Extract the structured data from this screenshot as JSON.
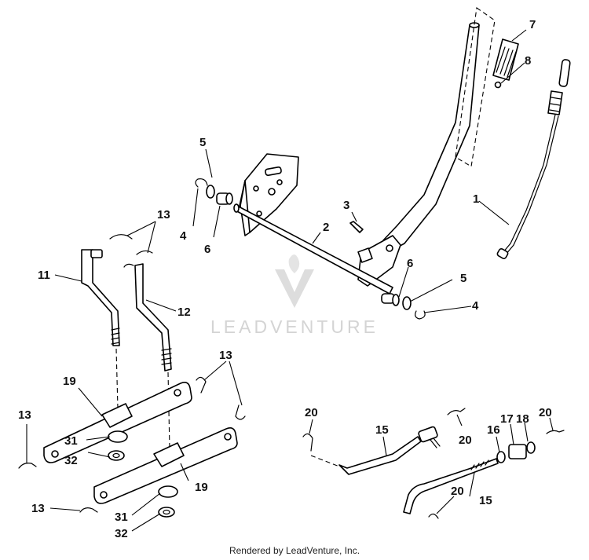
{
  "watermark": {
    "brand": "LEADVENTURE"
  },
  "footer": {
    "text": "Rendered by LeadVenture, Inc."
  },
  "callouts": [
    {
      "id": "c1",
      "label": "1"
    },
    {
      "id": "c2",
      "label": "2"
    },
    {
      "id": "c3",
      "label": "3"
    },
    {
      "id": "c4a",
      "label": "4"
    },
    {
      "id": "c4b",
      "label": "4"
    },
    {
      "id": "c5a",
      "label": "5"
    },
    {
      "id": "c5b",
      "label": "5"
    },
    {
      "id": "c6a",
      "label": "6"
    },
    {
      "id": "c6b",
      "label": "6"
    },
    {
      "id": "c7",
      "label": "7"
    },
    {
      "id": "c8",
      "label": "8"
    },
    {
      "id": "c11",
      "label": "11"
    },
    {
      "id": "c12",
      "label": "12"
    },
    {
      "id": "c13a",
      "label": "13"
    },
    {
      "id": "c13b",
      "label": "13"
    },
    {
      "id": "c13c",
      "label": "13"
    },
    {
      "id": "c13d",
      "label": "13"
    },
    {
      "id": "c15a",
      "label": "15"
    },
    {
      "id": "c15b",
      "label": "15"
    },
    {
      "id": "c16",
      "label": "16"
    },
    {
      "id": "c17",
      "label": "17"
    },
    {
      "id": "c18",
      "label": "18"
    },
    {
      "id": "c19a",
      "label": "19"
    },
    {
      "id": "c19b",
      "label": "19"
    },
    {
      "id": "c20a",
      "label": "20"
    },
    {
      "id": "c20b",
      "label": "20"
    },
    {
      "id": "c20c",
      "label": "20"
    },
    {
      "id": "c20d",
      "label": "20"
    },
    {
      "id": "c31a",
      "label": "31"
    },
    {
      "id": "c31b",
      "label": "31"
    },
    {
      "id": "c32a",
      "label": "32"
    },
    {
      "id": "c32b",
      "label": "32"
    }
  ]
}
